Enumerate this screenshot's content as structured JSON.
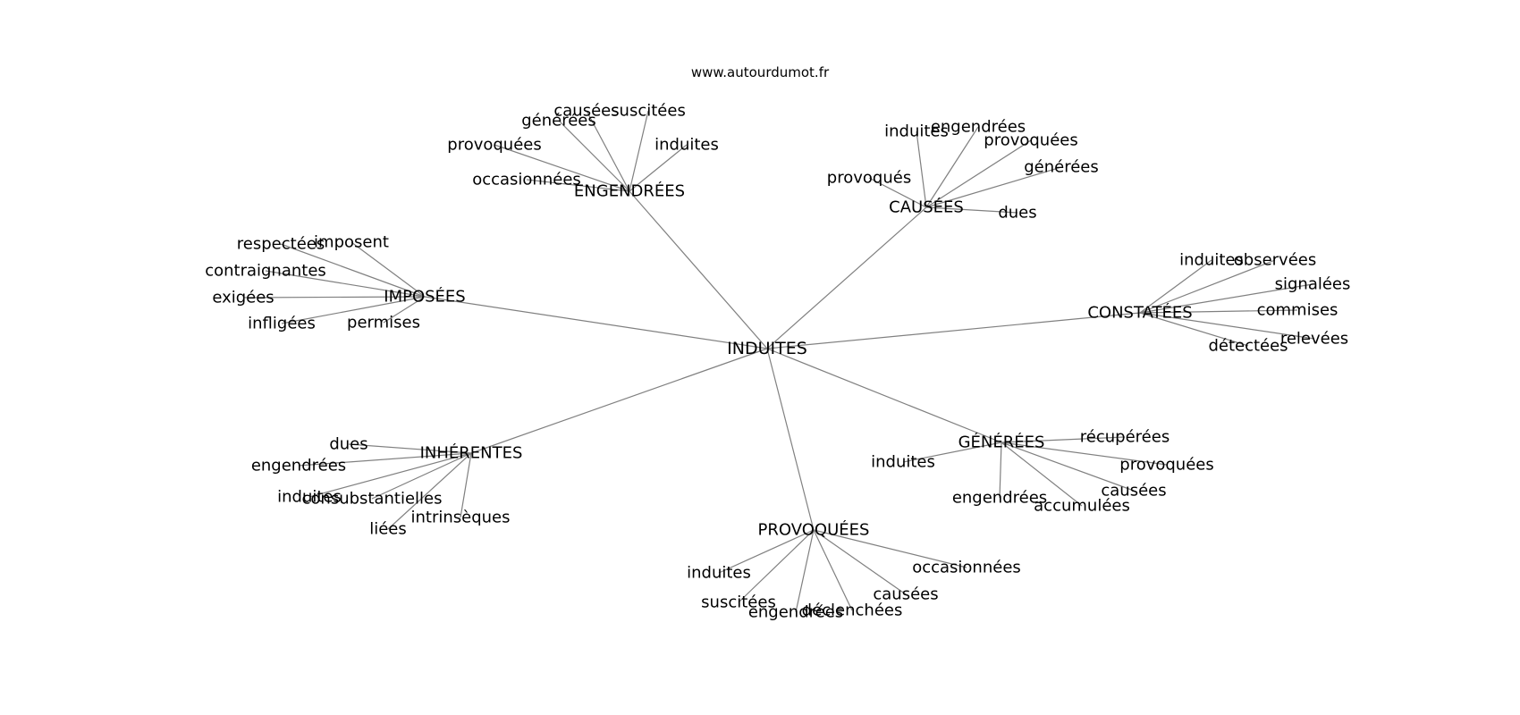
{
  "source_label": "www.autourdumot.fr",
  "center": {
    "label": "INDUITES"
  },
  "hubs": [
    {
      "id": "engendrees",
      "label": "ENGENDRÉES",
      "leaves": [
        "causées",
        "suscitées",
        "générées",
        "induites",
        "provoquées",
        "occasionnées"
      ]
    },
    {
      "id": "causees",
      "label": "CAUSÉES",
      "leaves": [
        "induites",
        "engendrées",
        "provoquées",
        "générées",
        "provoqués",
        "dues"
      ]
    },
    {
      "id": "imposees",
      "label": "IMPOSÉES",
      "leaves": [
        "respectées",
        "imposent",
        "contraignantes",
        "exigées",
        "infligées",
        "permises"
      ]
    },
    {
      "id": "constatees",
      "label": "CONSTATÉES",
      "leaves": [
        "induites",
        "observées",
        "signalées",
        "commises",
        "relevées",
        "détectées"
      ]
    },
    {
      "id": "inherentes",
      "label": "INHÉRENTES",
      "leaves": [
        "dues",
        "engendrées",
        "induites",
        "consubstantielles",
        "intrinsèques",
        "liées"
      ]
    },
    {
      "id": "generees",
      "label": "GÉNÉRÉES",
      "leaves": [
        "récupérées",
        "induites",
        "provoquées",
        "causées",
        "engendrées",
        "accumulées"
      ]
    },
    {
      "id": "provoquees",
      "label": "PROVOQUÉES",
      "leaves": [
        "induites",
        "occasionnées",
        "causées",
        "suscitées",
        "déclenchées",
        "engendrées"
      ]
    }
  ]
}
